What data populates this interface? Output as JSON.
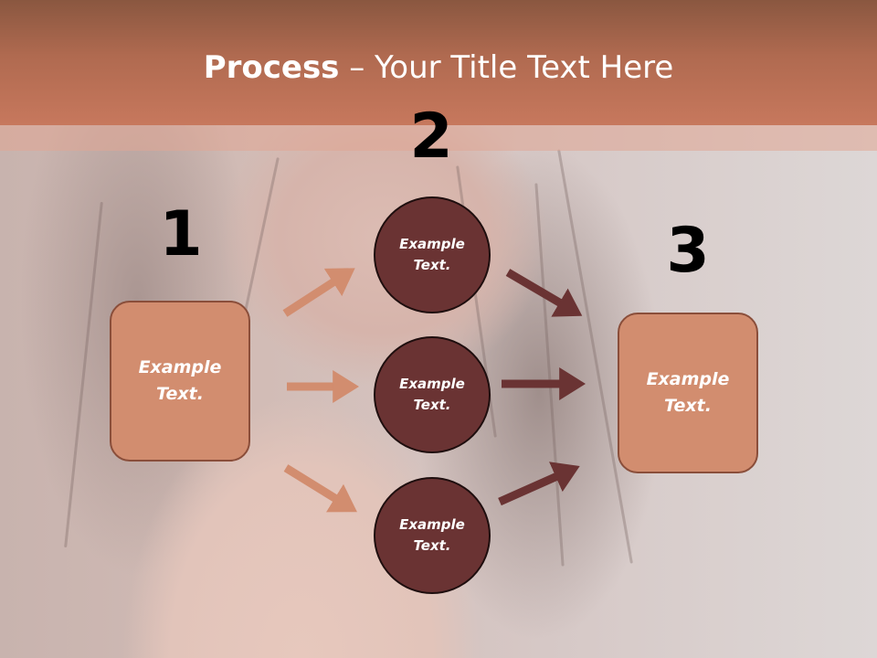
{
  "title": {
    "bold": "Process",
    "rest": " – Your Title Text Here"
  },
  "steps": {
    "one": "1",
    "two": "2",
    "three": "3"
  },
  "left_box": {
    "text": "Example Text."
  },
  "circles": [
    {
      "text": "Example Text."
    },
    {
      "text": "Example Text."
    },
    {
      "text": "Example Text."
    }
  ],
  "right_box": {
    "text": "Example Text."
  },
  "colors": {
    "header": "#c7785d",
    "box_fill": "#d28d6f",
    "circle_fill": "#6a3333",
    "arrow_light": "#d28d6f",
    "arrow_dark": "#6a3333"
  }
}
